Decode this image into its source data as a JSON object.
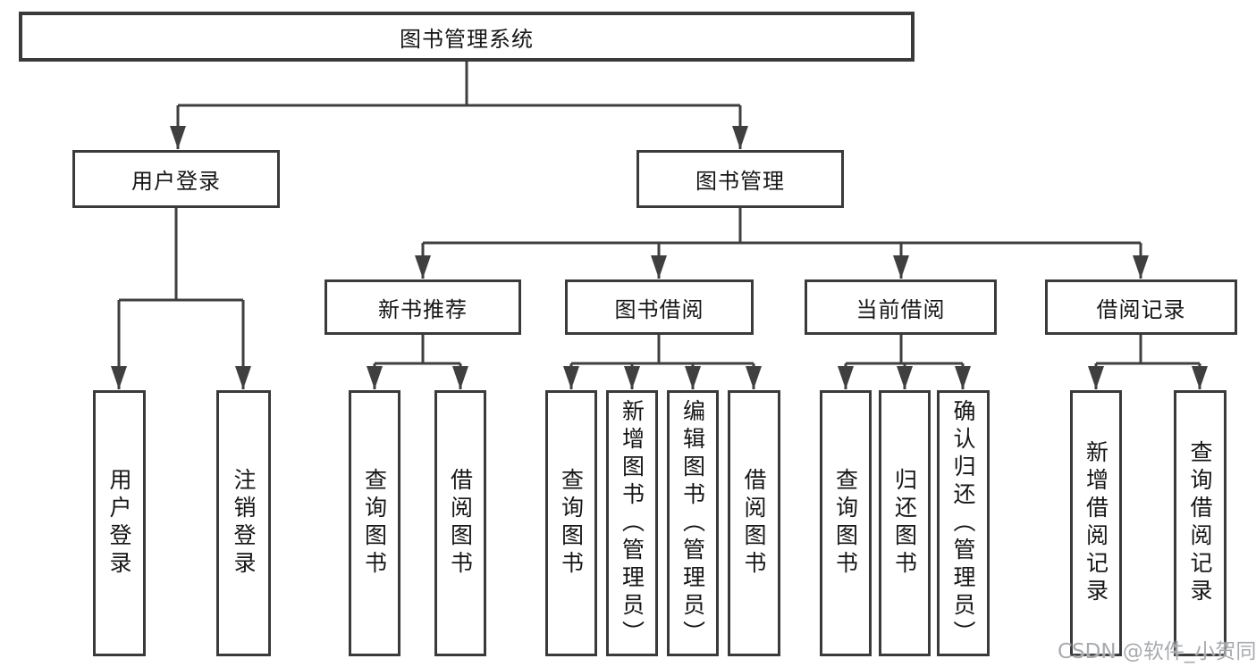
{
  "diagram": {
    "root": {
      "label": "图书管理系统"
    },
    "branches": [
      {
        "label": "用户登录",
        "children": [
          {
            "label": "用户登录"
          },
          {
            "label": "注销登录"
          }
        ]
      },
      {
        "label": "图书管理",
        "children": [
          {
            "label": "新书推荐",
            "children": [
              {
                "label": "查询图书"
              },
              {
                "label": "借阅图书"
              }
            ]
          },
          {
            "label": "图书借阅",
            "children": [
              {
                "label": "查询图书"
              },
              {
                "label": "新增图书（管理员）"
              },
              {
                "label": "编辑图书（管理员）"
              },
              {
                "label": "借阅图书"
              }
            ]
          },
          {
            "label": "当前借阅",
            "children": [
              {
                "label": "查询图书"
              },
              {
                "label": "归还图书"
              },
              {
                "label": "确认归还（管理员）"
              }
            ]
          },
          {
            "label": "借阅记录",
            "children": [
              {
                "label": "新增借阅记录"
              },
              {
                "label": "查询借阅记录"
              }
            ]
          }
        ]
      }
    ]
  },
  "watermark": {
    "text": "CSDN @软件_小贺同学"
  },
  "colors": {
    "line": "#3f3f3f",
    "box_border": "#3a3a3a",
    "text": "#161616",
    "watermark": "#a8abaf",
    "background": "#ffffff"
  }
}
